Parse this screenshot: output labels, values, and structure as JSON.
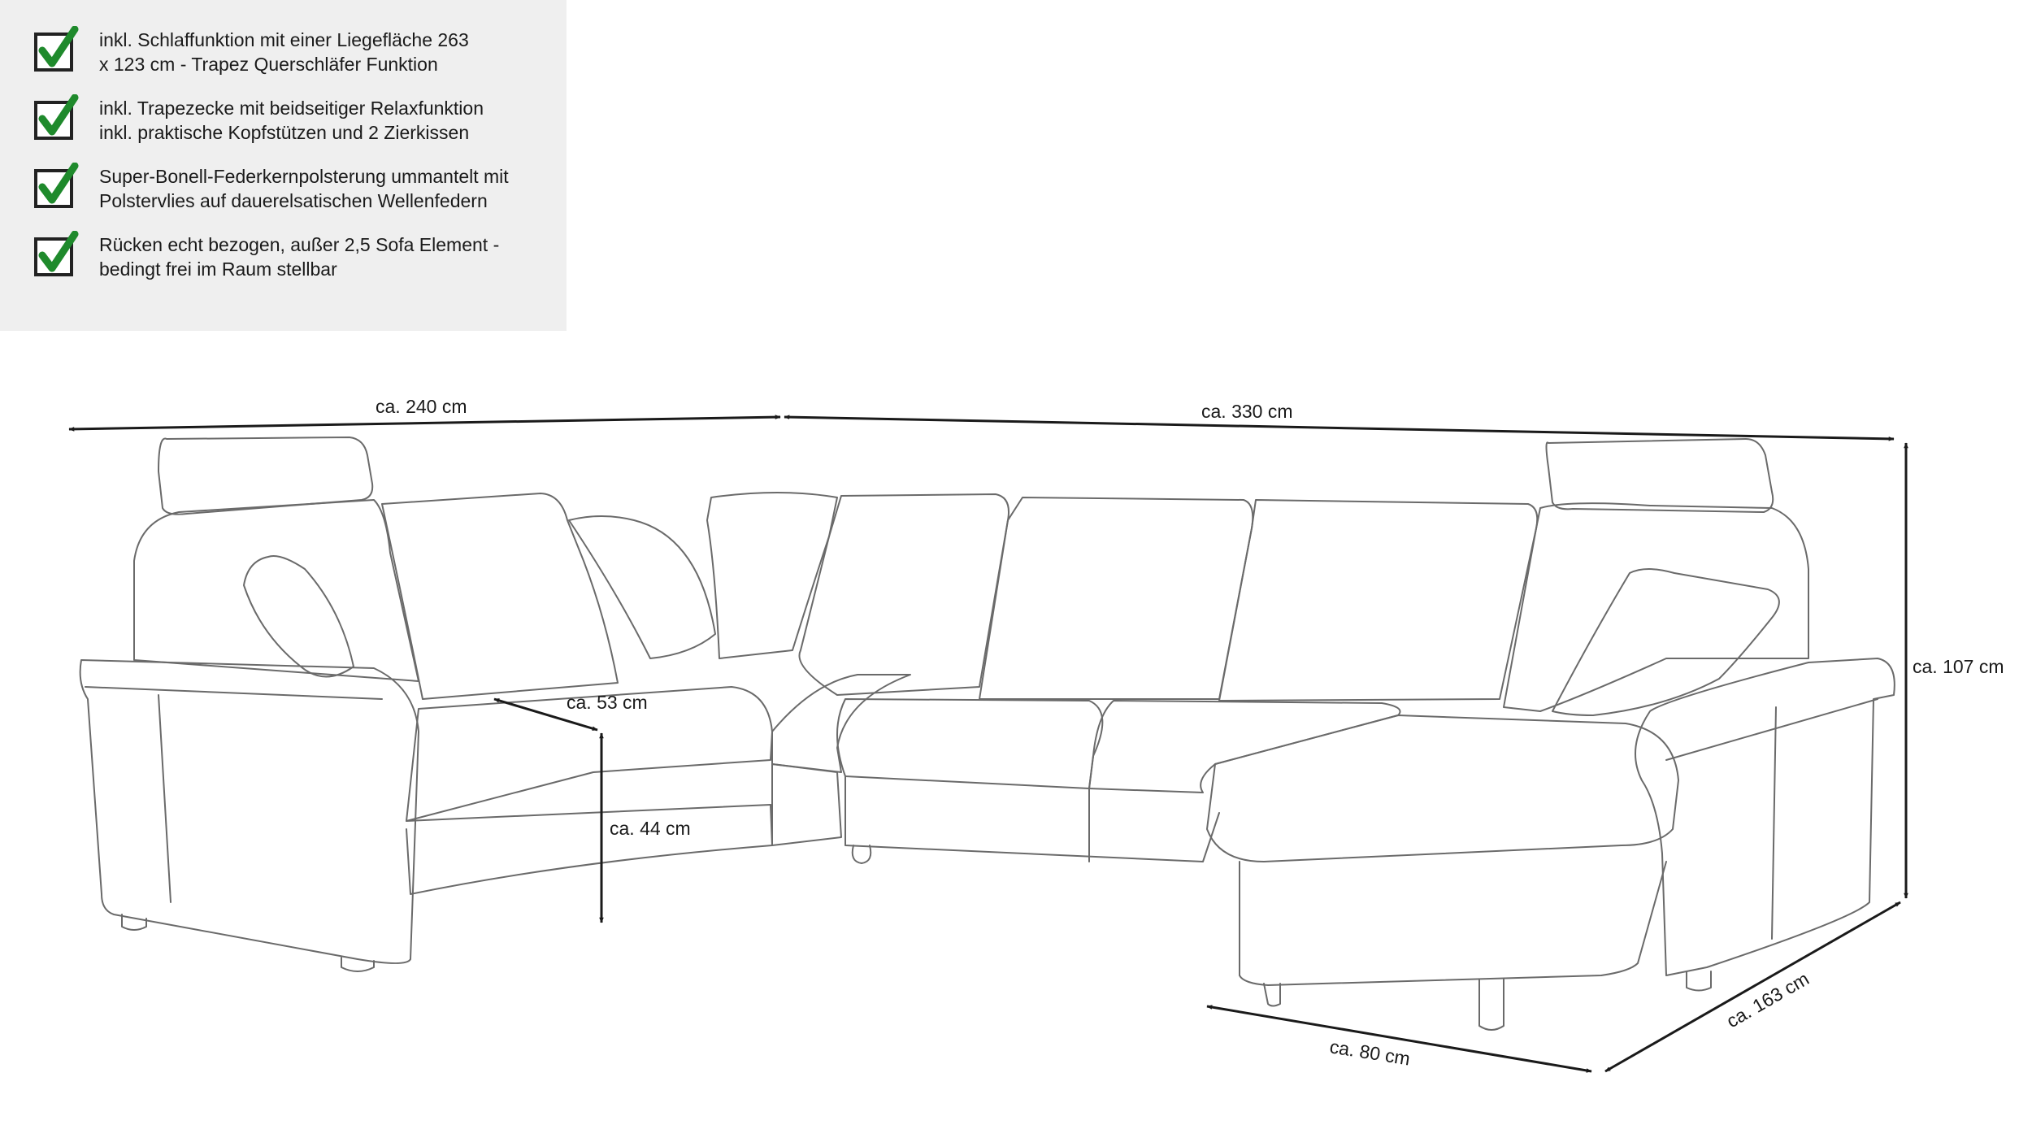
{
  "features": [
    {
      "lines": [
        "inkl. Schlaffunktion mit einer Liegefläche 263",
        "x 123 cm - Trapez Querschläfer Funktion"
      ]
    },
    {
      "lines": [
        "inkl. Trapezecke mit beidseitiger Relaxfunktion",
        "inkl. praktische Kopfstützen und 2 Zierkissen"
      ]
    },
    {
      "lines": [
        "Super-Bonell-Federkernpolsterung ummantelt mit",
        "Polstervlies auf dauerelsatischen Wellenfedern"
      ]
    },
    {
      "lines": [
        "Rücken echt bezogen, außer 2,5 Sofa Element -",
        "bedingt frei im Raum stellbar"
      ]
    }
  ],
  "dimensions": {
    "width_left": "ca. 240 cm",
    "width_right": "ca. 330 cm",
    "height_total": "ca. 107 cm",
    "seat_depth": "ca. 53 cm",
    "seat_height": "ca. 44 cm",
    "recamiere_width": "ca. 80 cm",
    "recamiere_depth": "ca. 163 cm"
  },
  "colors": {
    "check_green": "#1f8a2c",
    "panel_bg": "#efefef",
    "line": "#1a1a1a"
  }
}
